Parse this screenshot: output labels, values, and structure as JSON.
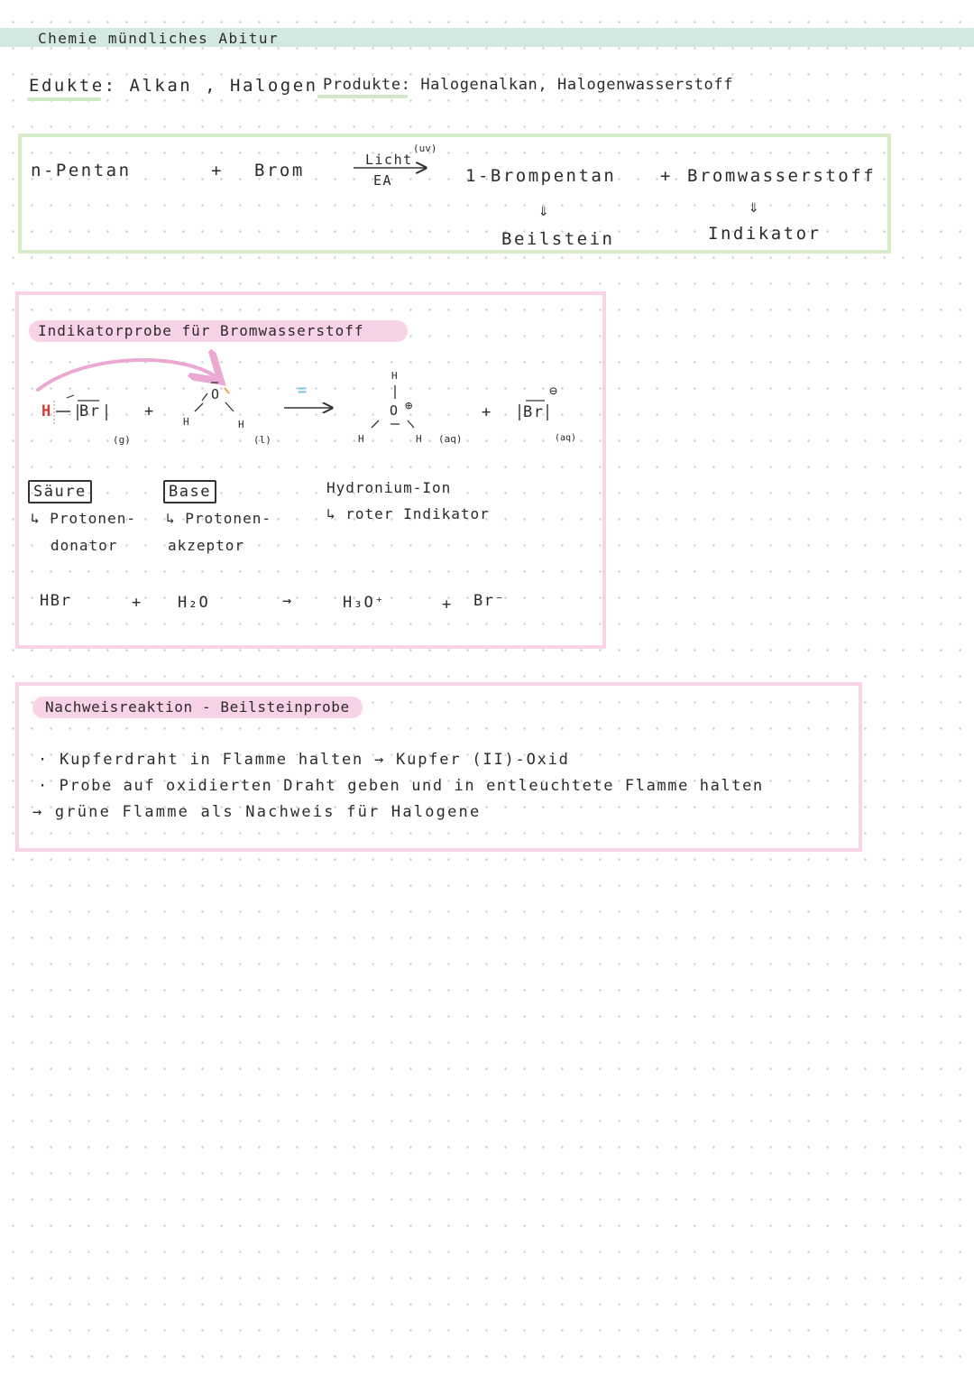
{
  "header": {
    "title": "Chemie mündliches Abitur"
  },
  "overview": {
    "edukte": "Edukte: Alkan , Halogen",
    "produkte": "Produkte: Halogenalkan, Halogenwasserstoff"
  },
  "reaction": {
    "reactant1": "n-Pentan",
    "plus1": "+",
    "reactant2": "Brom",
    "arrow_top": "Licht",
    "arrow_sup": "(uv)",
    "arrow_bottom": "EA",
    "product1": "1-Brompentan",
    "plus2": "+",
    "product2": "Bromwasserstoff",
    "down_arrow": "⇓",
    "test1": "Beilstein",
    "test2": "Indikator"
  },
  "indicator": {
    "title": "Indikatorprobe für Bromwasserstoff",
    "H": "H",
    "Br": "Br",
    "O": "O",
    "plus": "+",
    "minus": "⊖",
    "oplus": "⊕",
    "state_g": "(g)",
    "state_l": "(l)",
    "state_aq1": "(aq)",
    "state_aq2": "(aq)",
    "eq_mark": "=",
    "saeure_label": "Säure",
    "saeure_desc1": "↳ Protonen-",
    "saeure_desc2": "donator",
    "base_label": "Base",
    "base_desc1": "↳ Protonen-",
    "base_desc2": "akzeptor",
    "hydronium_label": "Hydronium-Ion",
    "hydronium_desc": "↳ roter Indikator",
    "eq_hbr": "HBr",
    "eq_plus1": "+",
    "eq_h2o": "H₂O",
    "eq_arrow": "→",
    "eq_h3o": "H₃O⁺",
    "eq_plus2": "+",
    "eq_br": "Br⁻"
  },
  "beilstein": {
    "title": "Nachweisreaktion - Beilsteinprobe",
    "line1": "· Kupferdraht in Flamme halten → Kupfer (II)-Oxid",
    "line2": "· Probe auf oxidierten Draht geben und in entleuchtete Flamme halten",
    "line3": "→ grüne Flamme als Nachweis für Halogene"
  },
  "colors": {
    "header_bar": "#d4e8e2",
    "green_frame": "#d7ecc8",
    "pink_frame": "#f8d4e6",
    "pink_pill": "#f8d2e6",
    "arrow_pink": "#eaa9d0",
    "hydrogen_red": "#d23a3a",
    "lone_pair_orange": "#f0a040",
    "equals_blue": "#7cc0ea"
  }
}
